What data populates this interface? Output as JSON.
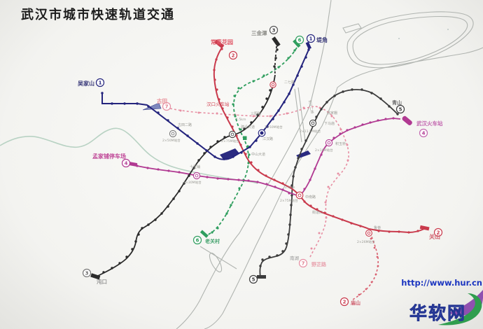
{
  "title": "武汉市城市快速轨道交通",
  "watermark": {
    "url": "http://www.hur.cn",
    "brand": "华软网"
  },
  "badges": {
    "b1": "1",
    "b2": "2",
    "b3": "3",
    "b4": "4",
    "b5": "5",
    "b6": "6",
    "b7": "7"
  },
  "lines": [
    {
      "number": "1",
      "color": "#24247d",
      "style": "solid",
      "terminals": [
        "吴家山",
        "堤角"
      ]
    },
    {
      "number": "2",
      "color": "#c93a4c",
      "style": "solid",
      "terminals": [
        "常青花园",
        "关山"
      ],
      "branch_terminal": "庙山"
    },
    {
      "number": "3",
      "color": "#2b2b2b",
      "style": "solid",
      "terminals": [
        "三金潭",
        "沌口"
      ]
    },
    {
      "number": "4",
      "color": "#b13a92",
      "style": "solid",
      "terminals": [
        "孟家铺停车场",
        "武汉火车站"
      ]
    },
    {
      "number": "5",
      "color": "#3c3c3c",
      "style": "solid",
      "terminals": [
        "青山",
        "南湖"
      ]
    },
    {
      "number": "6",
      "color": "#2f9e5e",
      "style": "dashed",
      "terminals": [
        "堤角",
        "老关村"
      ]
    },
    {
      "number": "7",
      "color": "#e78fa3",
      "style": "dashed",
      "terminals": [
        "古田",
        "野芷路"
      ]
    }
  ],
  "labels": {
    "wujiashan": "吴家山",
    "changqinghuayuan": "常青花园",
    "sanjintan": "三金潭",
    "dijiao": "堤角",
    "qingshan": "青山",
    "wuhan_railway": "武汉火车站",
    "guanshan": "关山",
    "miaoshan": "庙山",
    "yezhilu": "野芷路",
    "nanhu": "南湖",
    "zhuankou": "沌口",
    "laoguancun": "老关村",
    "mengjiapu": "孟家铺停车场",
    "gutian": "古田",
    "hankou_railway": "汉口火车站",
    "erqilu": "二七路",
    "xujiapeng": "徐家棚",
    "xiamamiao": "下马庙",
    "jiyuqiao": "积玉桥",
    "zhongnanlu": "中南路",
    "jiedaokou": "街道口",
    "luxiang": "鲁巷",
    "zhongshandadao": "中山大道",
    "jianghanlu": "江汉路",
    "jianshedadao": "建设大道",
    "gutianerlu": "古田二路",
    "shilipu": "十里铺",
    "sanyanglu": "三阳路",
    "changjiang_er_qiao": "长江二桥"
  },
  "annotations": {
    "p50a": "2×50M站台",
    "p50b": "2×50M站台",
    "p75a": "2×75M站台",
    "p75b": "2×75M站台",
    "p115": "2×11.5M站台",
    "p26": "2×26M站台",
    "p30": "2×30M站台",
    "p10": "2×10M站台",
    "km20": "2.0km",
    "km15": "1.5km"
  }
}
